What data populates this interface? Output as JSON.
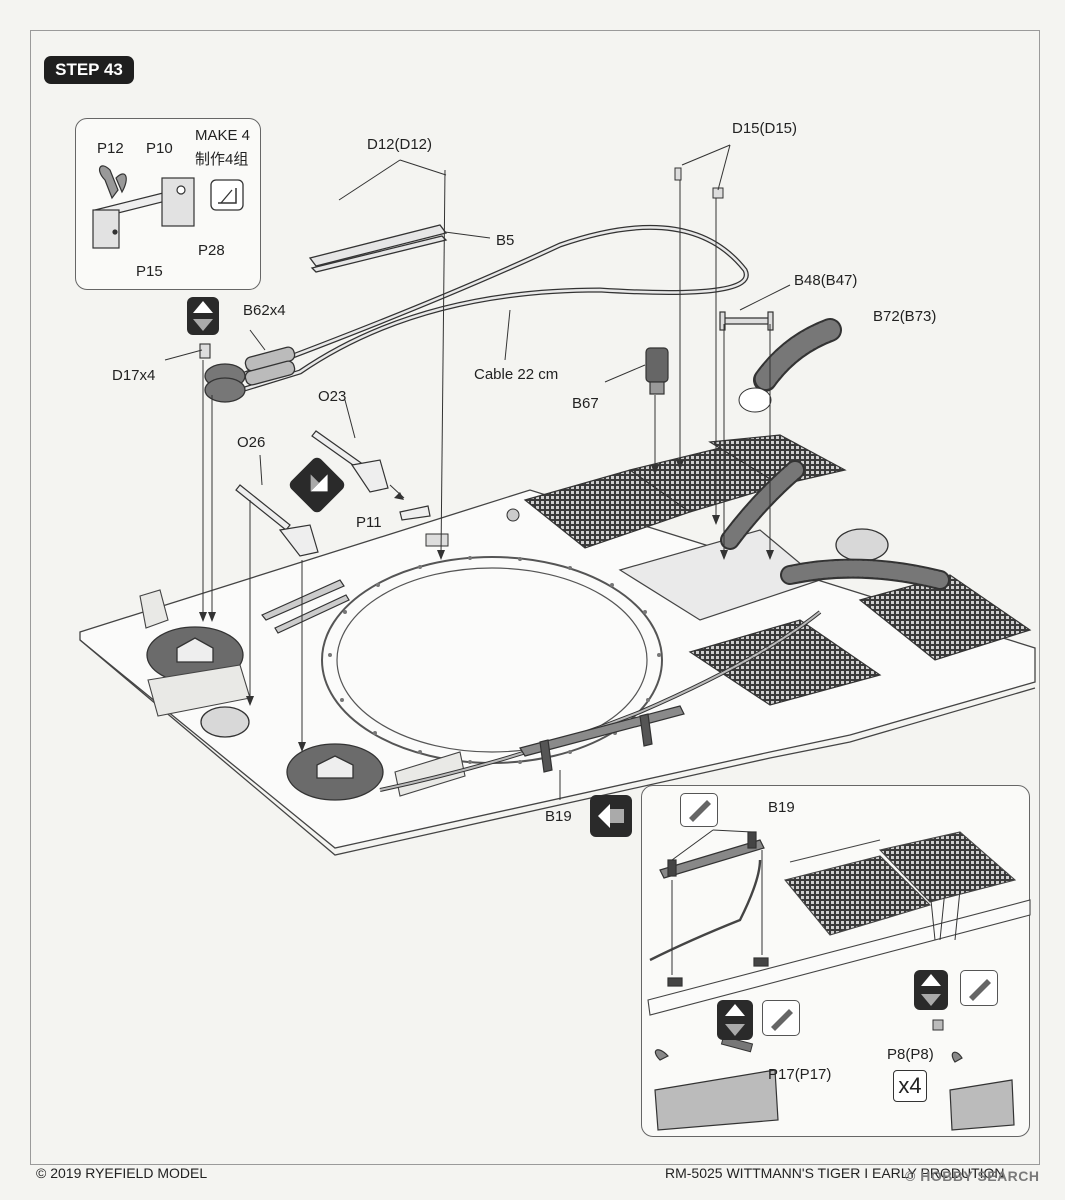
{
  "step": "STEP 43",
  "footer": {
    "left": "© 2019 RYEFIELD MODEL",
    "right": "RM-5025 WITTMANN'S TIGER I EARLY PRODUTION",
    "watermark": "© HOBBY SEARCH"
  },
  "subassembly": {
    "make_en": "MAKE 4",
    "make_zh": "制作4组",
    "parts": [
      "P12",
      "P10",
      "P28",
      "P15"
    ]
  },
  "labels": {
    "d12": "D12(D12)",
    "b5": "B5",
    "d15": "D15(D15)",
    "b62": "B62x4",
    "d17": "D17x4",
    "cable": "Cable  22 cm",
    "b48": "B48(B47)",
    "b72": "B72(B73)",
    "b67": "B67",
    "o23": "O23",
    "o26": "O26",
    "p11": "P11",
    "b19": "B19"
  },
  "detail": {
    "b19": "B19",
    "p17": "P17(P17)",
    "p8": "P8(P8)",
    "x4": "x4"
  },
  "icons": [
    "cement-icon",
    "flip-arrows-icon",
    "rotate-icon",
    "side-view-icon",
    "down-arrow-icon",
    "knife-icon"
  ]
}
